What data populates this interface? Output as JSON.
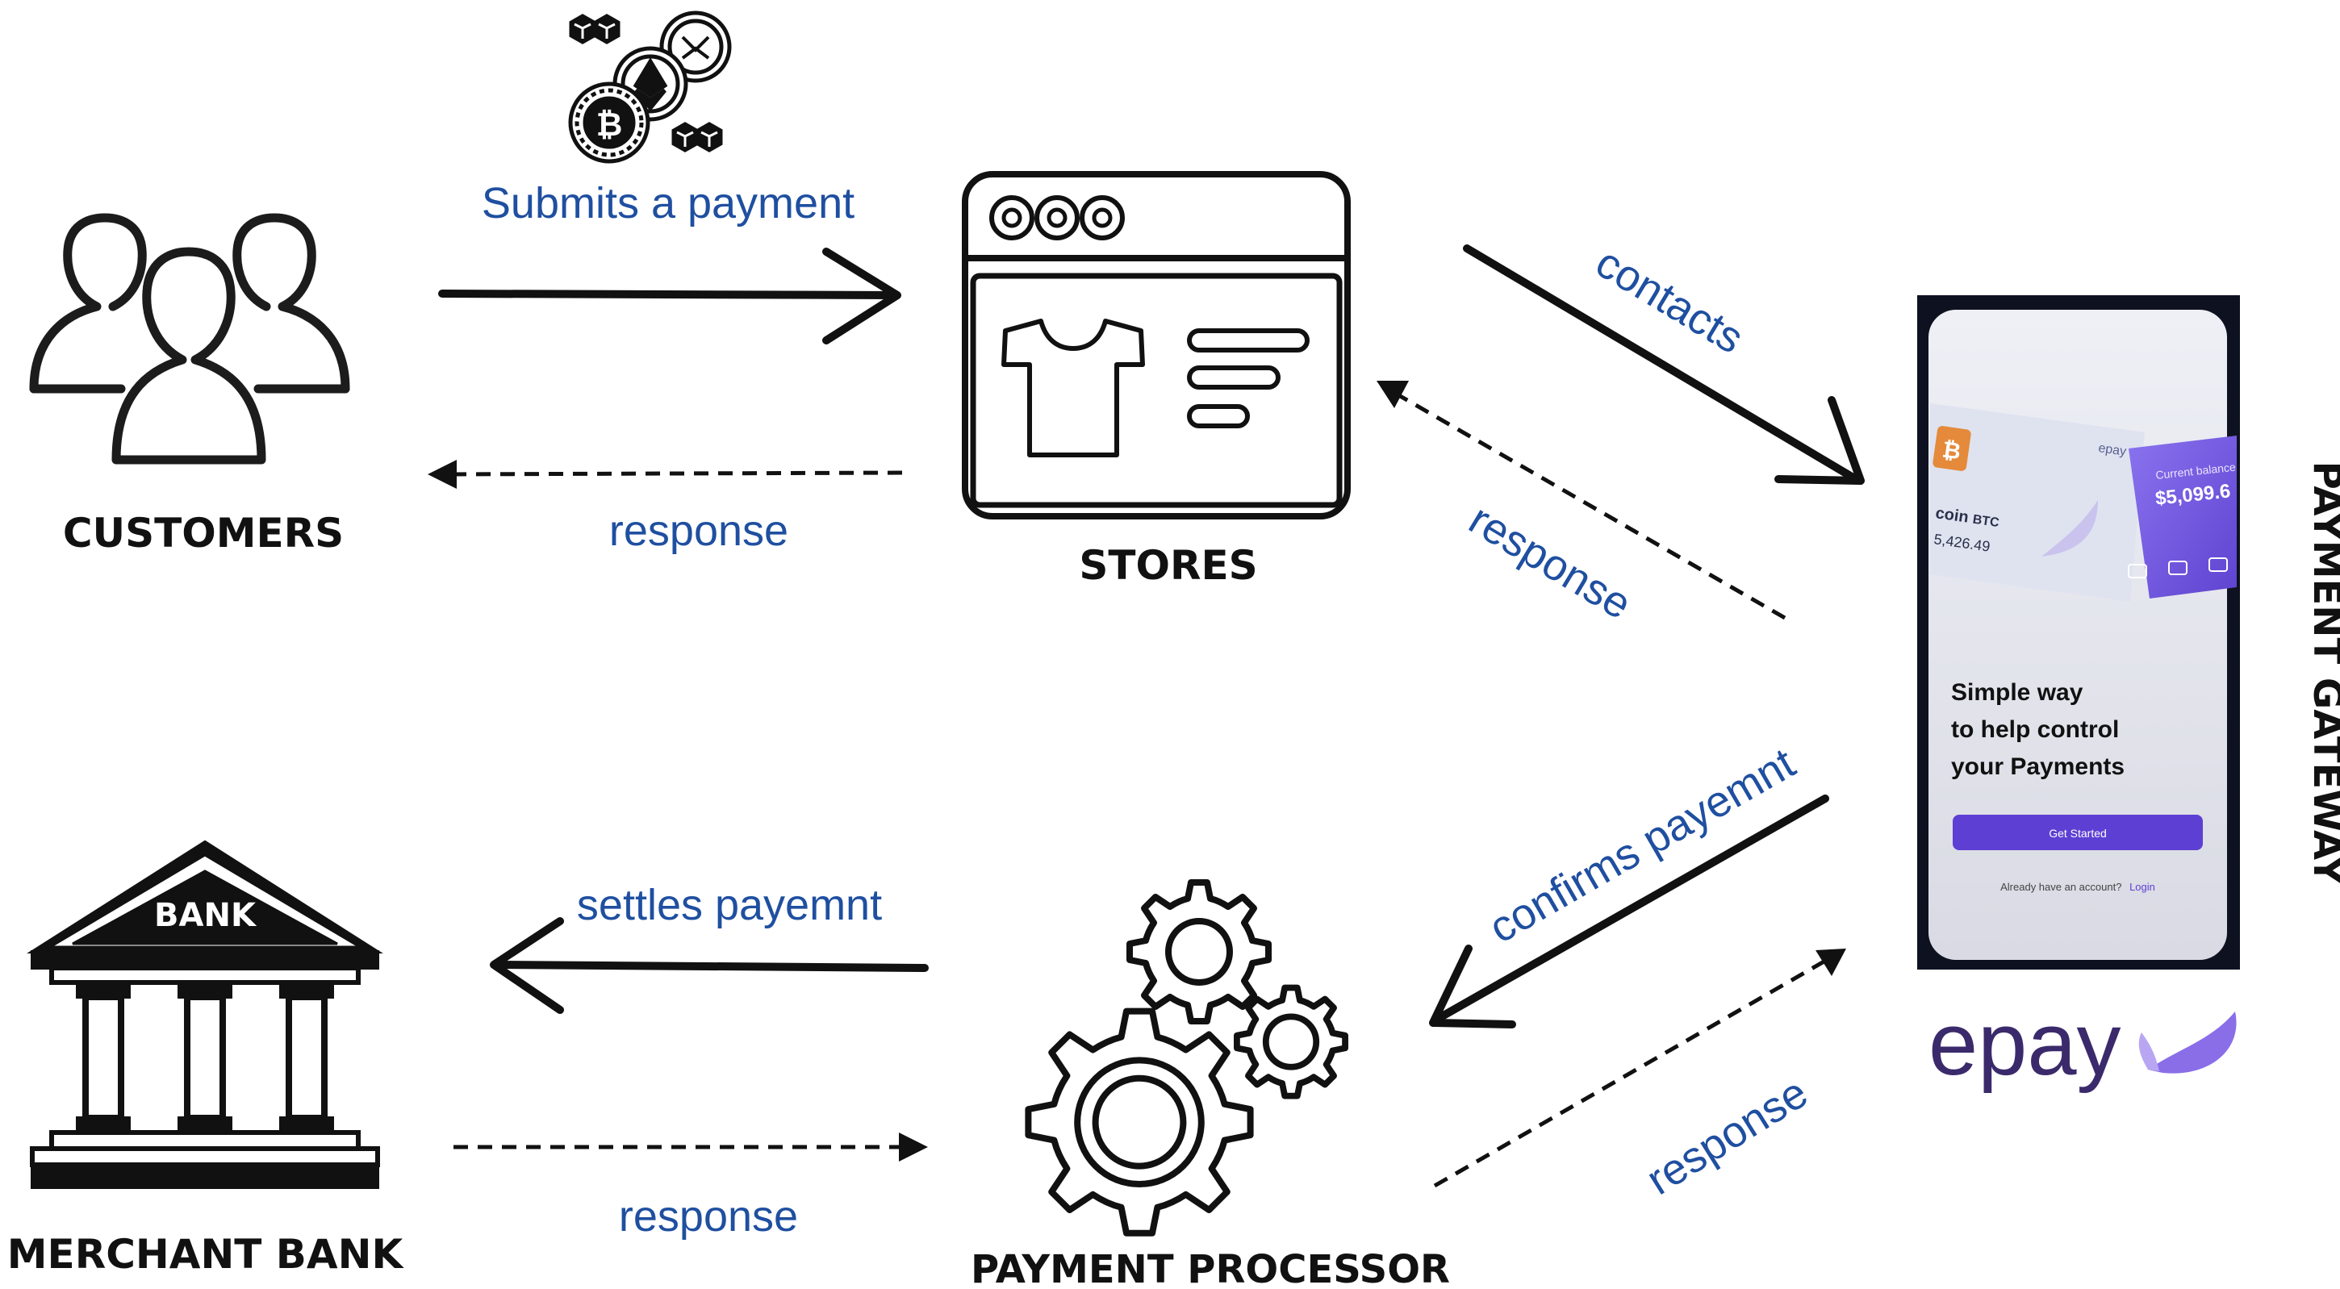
{
  "colors": {
    "label_blue": "#1f4fa0",
    "ink": "#111111",
    "phone_dark": "#0e1220",
    "phone_bg": "#e9e9f2",
    "accent_purple": "#6b4fd6",
    "epay_text": "#3b2a6b",
    "epay_leaf": "#8a6ee8"
  },
  "nodes": {
    "customers": {
      "label": "CUSTOMERS",
      "icon": "people-group-icon"
    },
    "stores": {
      "label": "STORES",
      "icon": "online-store-window-icon"
    },
    "payment_gateway": {
      "label": "PAYMENT GATEWAY",
      "icon": "epay-phone-screenshot"
    },
    "payment_processor": {
      "label": "PAYMENT PROCESSOR",
      "icon": "gears-icon"
    },
    "merchant_bank": {
      "label": "MERCHANT BANK",
      "icon": "bank-building-icon",
      "sign": "BANK"
    }
  },
  "crypto_icon": "crypto-coins-icon",
  "edges": [
    {
      "id": "customers-to-stores",
      "label": "Submits a payment",
      "style": "solid"
    },
    {
      "id": "stores-to-customers",
      "label": "response",
      "style": "dashed"
    },
    {
      "id": "stores-to-gateway",
      "label": "contacts",
      "style": "solid"
    },
    {
      "id": "gateway-to-stores",
      "label": "response",
      "style": "dashed"
    },
    {
      "id": "gateway-to-processor",
      "label": "confirms payemnt",
      "style": "solid"
    },
    {
      "id": "processor-to-gateway",
      "label": "response",
      "style": "dashed"
    },
    {
      "id": "processor-to-bank",
      "label": "settles payemnt",
      "style": "solid"
    },
    {
      "id": "bank-to-processor",
      "label": "response",
      "style": "dashed"
    }
  ],
  "phone": {
    "coin_name": "coin",
    "coin_ticker": "BTC",
    "coin_value": "5,426.49",
    "balance_caption": "Current balance",
    "balance_value": "$5,099.6",
    "card_brand": "epay",
    "headline": [
      "Simple way",
      "to help control",
      "your Payments"
    ],
    "cta_label": "Get Started",
    "footer_text": "Already have an account?",
    "footer_link": "Login"
  },
  "brand_logo": {
    "text": "epay",
    "icon": "leaf-logo-icon"
  }
}
